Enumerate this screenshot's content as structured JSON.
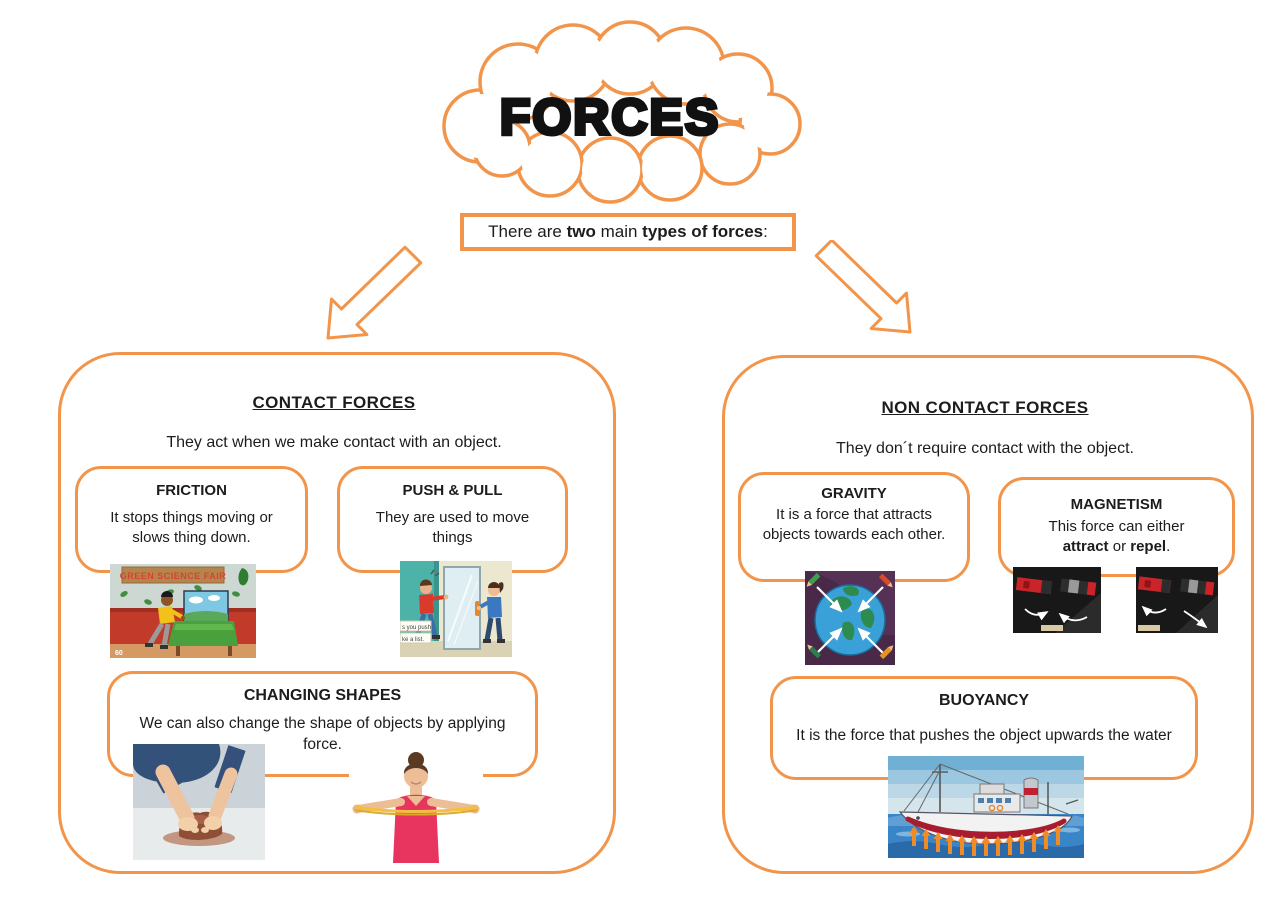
{
  "page": {
    "accent": "#F2954A",
    "background": "#ffffff"
  },
  "cloud": {
    "title": "FORCES"
  },
  "intro": {
    "t1": "There are ",
    "b1": "two",
    "t2": " main ",
    "b2": "types of forces",
    "t3": ":"
  },
  "contact": {
    "title": "CONTACT FORCES",
    "subtitle": "They act when we make contact with an object.",
    "friction": {
      "title": "FRICTION",
      "body": "It stops things moving or slows thing down."
    },
    "push_pull": {
      "title": "PUSH & PULL",
      "body": "They are used to move things"
    },
    "changing_shapes": {
      "title": "CHANGING SHAPES",
      "body": "We can also change the shape of objects by applying force."
    }
  },
  "non_contact": {
    "title": "NON CONTACT FORCES",
    "subtitle": "They don´t require contact with the object.",
    "gravity": {
      "title": "GRAVITY",
      "body": "It is a force that attracts objects towards each other."
    },
    "magnetism": {
      "title": "MAGNETISM",
      "line1": "This force can either",
      "b1": "attract",
      "mid": " or ",
      "b2": "repel",
      "end": "."
    },
    "buoyancy": {
      "title": "BUOYANCY",
      "body": "It is the force that pushes the object upwards the water"
    }
  },
  "images": {
    "friction_banner": "GREEN SCIENCE FAIR",
    "friction_page": "60",
    "push_line1": "s you push",
    "push_line2": "ke a list."
  }
}
